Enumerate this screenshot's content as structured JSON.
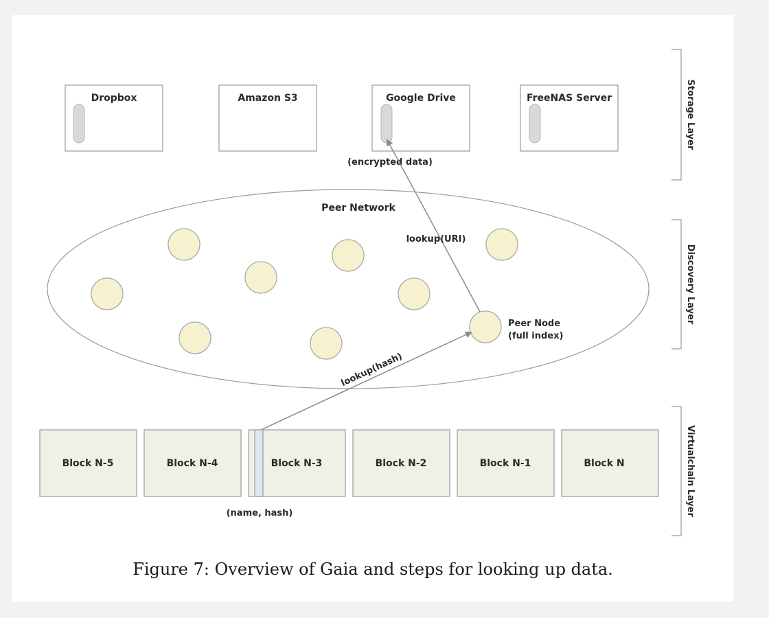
{
  "storage_layer": {
    "label": "Storage Layer",
    "services": [
      "Dropbox",
      "Amazon S3",
      "Google Drive",
      "FreeNAS Server"
    ],
    "encrypted_label": "(encrypted data)"
  },
  "discovery_layer": {
    "label": "Discovery Layer",
    "network_label": "Peer Network",
    "lookup_uri_label": "lookup(URI)",
    "peer_node_label_line1": "Peer Node",
    "peer_node_label_line2": "(full index)",
    "lookup_hash_label": "lookup(hash)"
  },
  "virtualchain_layer": {
    "label": "Virtualchain Layer",
    "blocks": [
      "Block N-5",
      "Block N-4",
      "Block N-3",
      "Block N-2",
      "Block N-1",
      "Block N"
    ],
    "name_hash_label": "(name, hash)"
  },
  "caption": "Figure 7: Overview of Gaia and steps for looking up data.",
  "colors": {
    "node_fill": "#f6f2d0",
    "node_stroke": "#a9a9a9",
    "block_fill": "#eef2e4",
    "block_stroke": "#9a9a9a",
    "marker_fill": "#dfe6f5",
    "arrow": "#8a8a8a"
  }
}
